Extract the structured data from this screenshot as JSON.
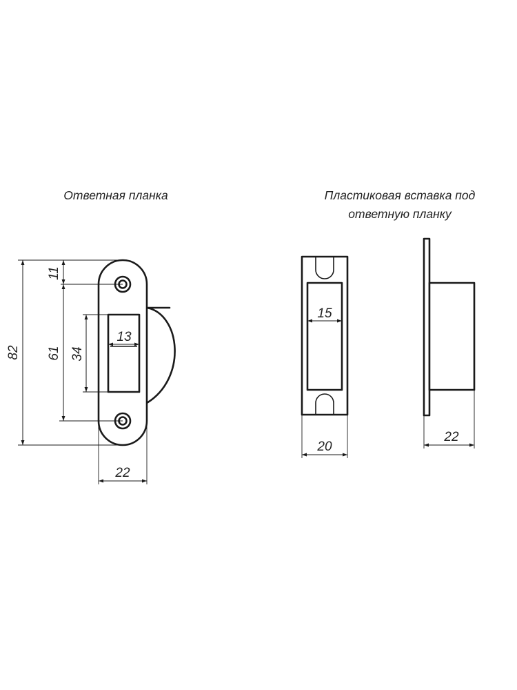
{
  "left_view": {
    "caption": "Ответная планка",
    "dims": {
      "overall_height": "82",
      "hole_spacing": "61",
      "slot_height": "34",
      "top_offset": "11",
      "slot_width": "13",
      "plate_width": "22"
    }
  },
  "right_view": {
    "caption_line1": "Пластиковая вставка под",
    "caption_line2": "ответную планку",
    "dims": {
      "inner_width": "15",
      "front_width": "20",
      "side_depth": "22"
    }
  },
  "colors": {
    "ink": "#1a1a1a",
    "text": "#222222",
    "background": "#ffffff"
  }
}
